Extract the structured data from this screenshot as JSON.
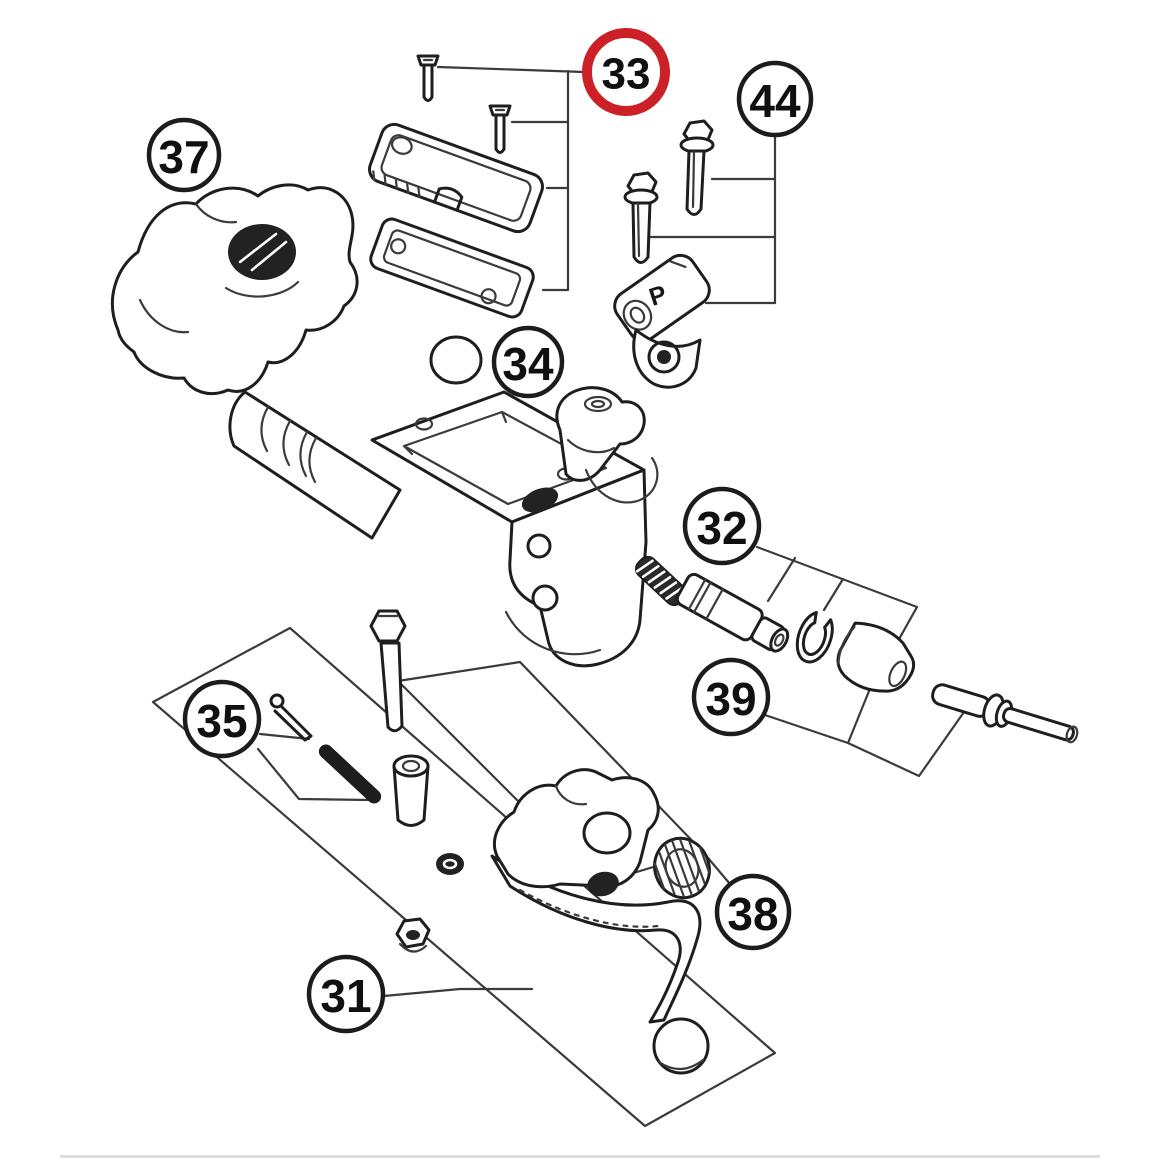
{
  "diagram": {
    "background_color": "#ffffff",
    "line_color": "#1e1e1e",
    "highlight_color": "#cb2026",
    "callouts": [
      {
        "id": "33",
        "label": "33",
        "highlighted": true
      },
      {
        "id": "44",
        "label": "44",
        "highlighted": false
      },
      {
        "id": "37",
        "label": "37",
        "highlighted": false
      },
      {
        "id": "34",
        "label": "34",
        "highlighted": false
      },
      {
        "id": "32",
        "label": "32",
        "highlighted": false
      },
      {
        "id": "39",
        "label": "39",
        "highlighted": false
      },
      {
        "id": "35",
        "label": "35",
        "highlighted": false
      },
      {
        "id": "38",
        "label": "38",
        "highlighted": false
      },
      {
        "id": "31",
        "label": "31",
        "highlighted": false
      }
    ],
    "markings": {
      "clamp_letter": "P"
    }
  }
}
